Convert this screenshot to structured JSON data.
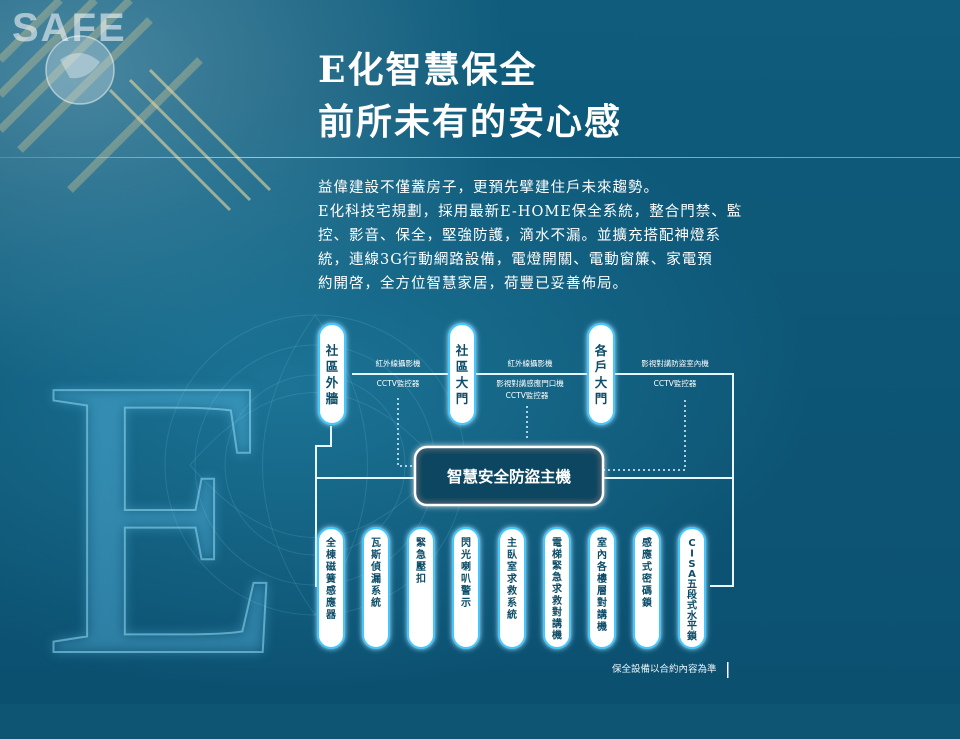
{
  "brand_watermark": "SAFE",
  "title_lines": [
    "E化智慧保全",
    "前所未有的安心感"
  ],
  "body_lines": [
    "益偉建設不僅蓋房子，更預先擘建住戶未來趨勢。",
    "E化科技宅規劃，採用最新E-HOME保全系統，整合門禁、監",
    "控、影音、保全，堅強防護，滴水不漏。並擴充搭配神燈系",
    "統，連線3G行動網路設備，電燈開關、電動窗簾、家電預",
    "約開啓，全方位智慧家居，荷豐已妥善佈局。"
  ],
  "diagram": {
    "top_nodes": [
      "社區外牆",
      "社區大門",
      "各戶大門"
    ],
    "links": [
      {
        "line1": "紅外線攝影機",
        "line2": "CCTV監控器"
      },
      {
        "line1": "紅外線攝影機",
        "line2": "影視對講感應門口機",
        "line3": "CCTV監控器"
      },
      {
        "line1": "影視對講防盜室內機",
        "line2": "CCTV監控器"
      }
    ],
    "center_node": "智慧安全防盜主機",
    "bottom_nodes": [
      "全棟磁簧感應器",
      "瓦斯偵漏系統",
      "緊急壓扣",
      "閃光喇叭警示",
      "主臥室求救系統",
      "電梯緊急求救對講機",
      "室內各樓層對講機",
      "感應式密碼鎖",
      "CISA五段式水平鎖"
    ],
    "accent_color": "#bfeeff",
    "glow_color": "#3fc8ff"
  },
  "footnote": "保全設備以合約內容為準"
}
